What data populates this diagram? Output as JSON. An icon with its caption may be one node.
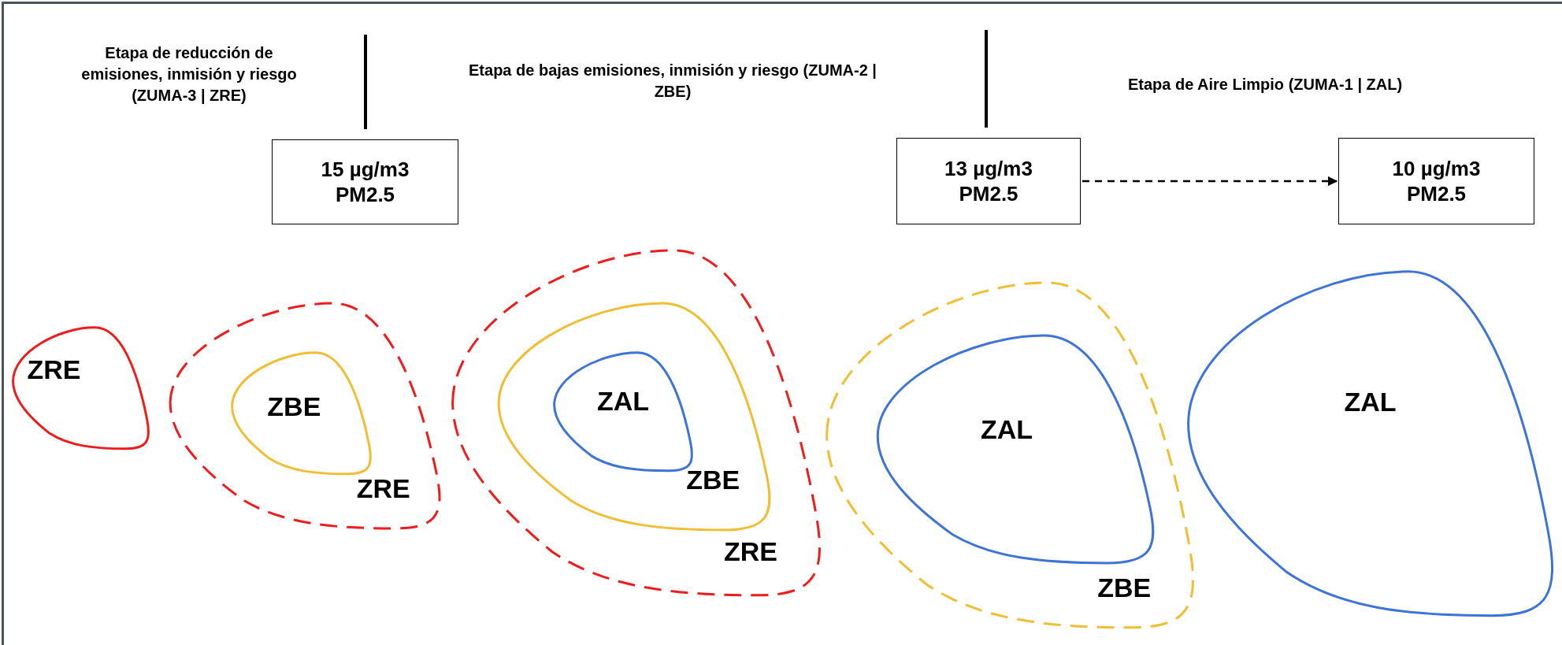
{
  "diagram": {
    "nodes": [
      {
        "text": [
          "15 µg/m3 PM2.5"
        ]
      },
      {
        "text": [
          "13 µg/m3 PM2.5"
        ]
      },
      {
        "text": [
          "10 µg/m3 PM2.5"
        ]
      },
      {
        "text": [
          "ZRE"
        ]
      },
      {
        "text": [
          "ZRE"
        ]
      },
      {
        "text": [
          "ZBE"
        ],
        "in": 4
      },
      {
        "text": [
          "ZRE"
        ]
      },
      {
        "text": [
          "ZBE"
        ],
        "in": 6
      },
      {
        "text": [
          "ZAL"
        ],
        "in": 7
      },
      {
        "text": [
          "ZBE"
        ]
      },
      {
        "text": [
          "ZAL"
        ],
        "in": 9
      },
      {
        "text": [
          "ZAL"
        ]
      }
    ],
    "edges": [
      {
        "from": 1,
        "to": 2,
        "arrow": "to",
        "style": "dashed"
      }
    ],
    "labels": [
      "Etapa de reducción de emisiones, inmisión y riesgo (ZUMA-3 | ZRE)",
      "Etapa de bajas emisiones, inmisión y riesgo (ZUMA-2 | ZBE)",
      "Etapa de Aire Limpio (ZUMA-1 | ZAL)"
    ]
  }
}
